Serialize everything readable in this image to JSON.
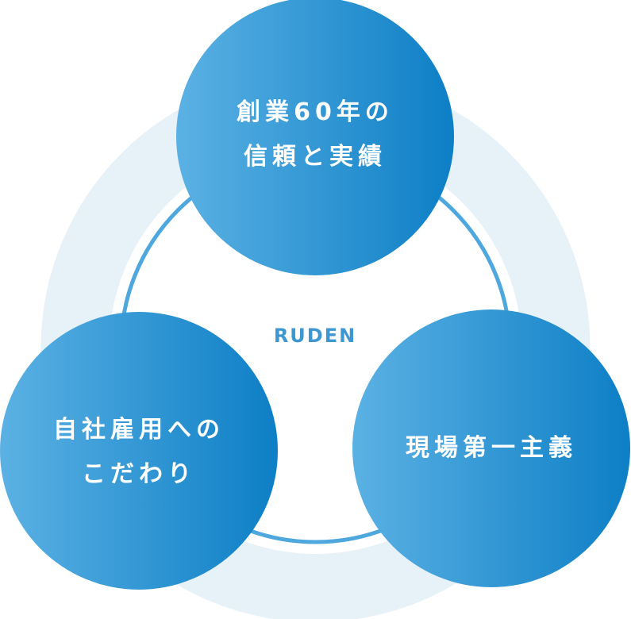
{
  "diagram": {
    "center_label": "RUDEN",
    "circles": [
      {
        "line1": "創業60年の",
        "line2": "信頼と実績"
      },
      {
        "line1": "自社雇用への",
        "line2": "こだわり"
      },
      {
        "line1": "現場第一主義",
        "line2": ""
      }
    ],
    "colors": {
      "outer_ring": "#e7f1f8",
      "inner_ring": "#4ea7dd",
      "gradient_start": "#5bb1e3",
      "gradient_end": "#0d7fc6"
    }
  }
}
